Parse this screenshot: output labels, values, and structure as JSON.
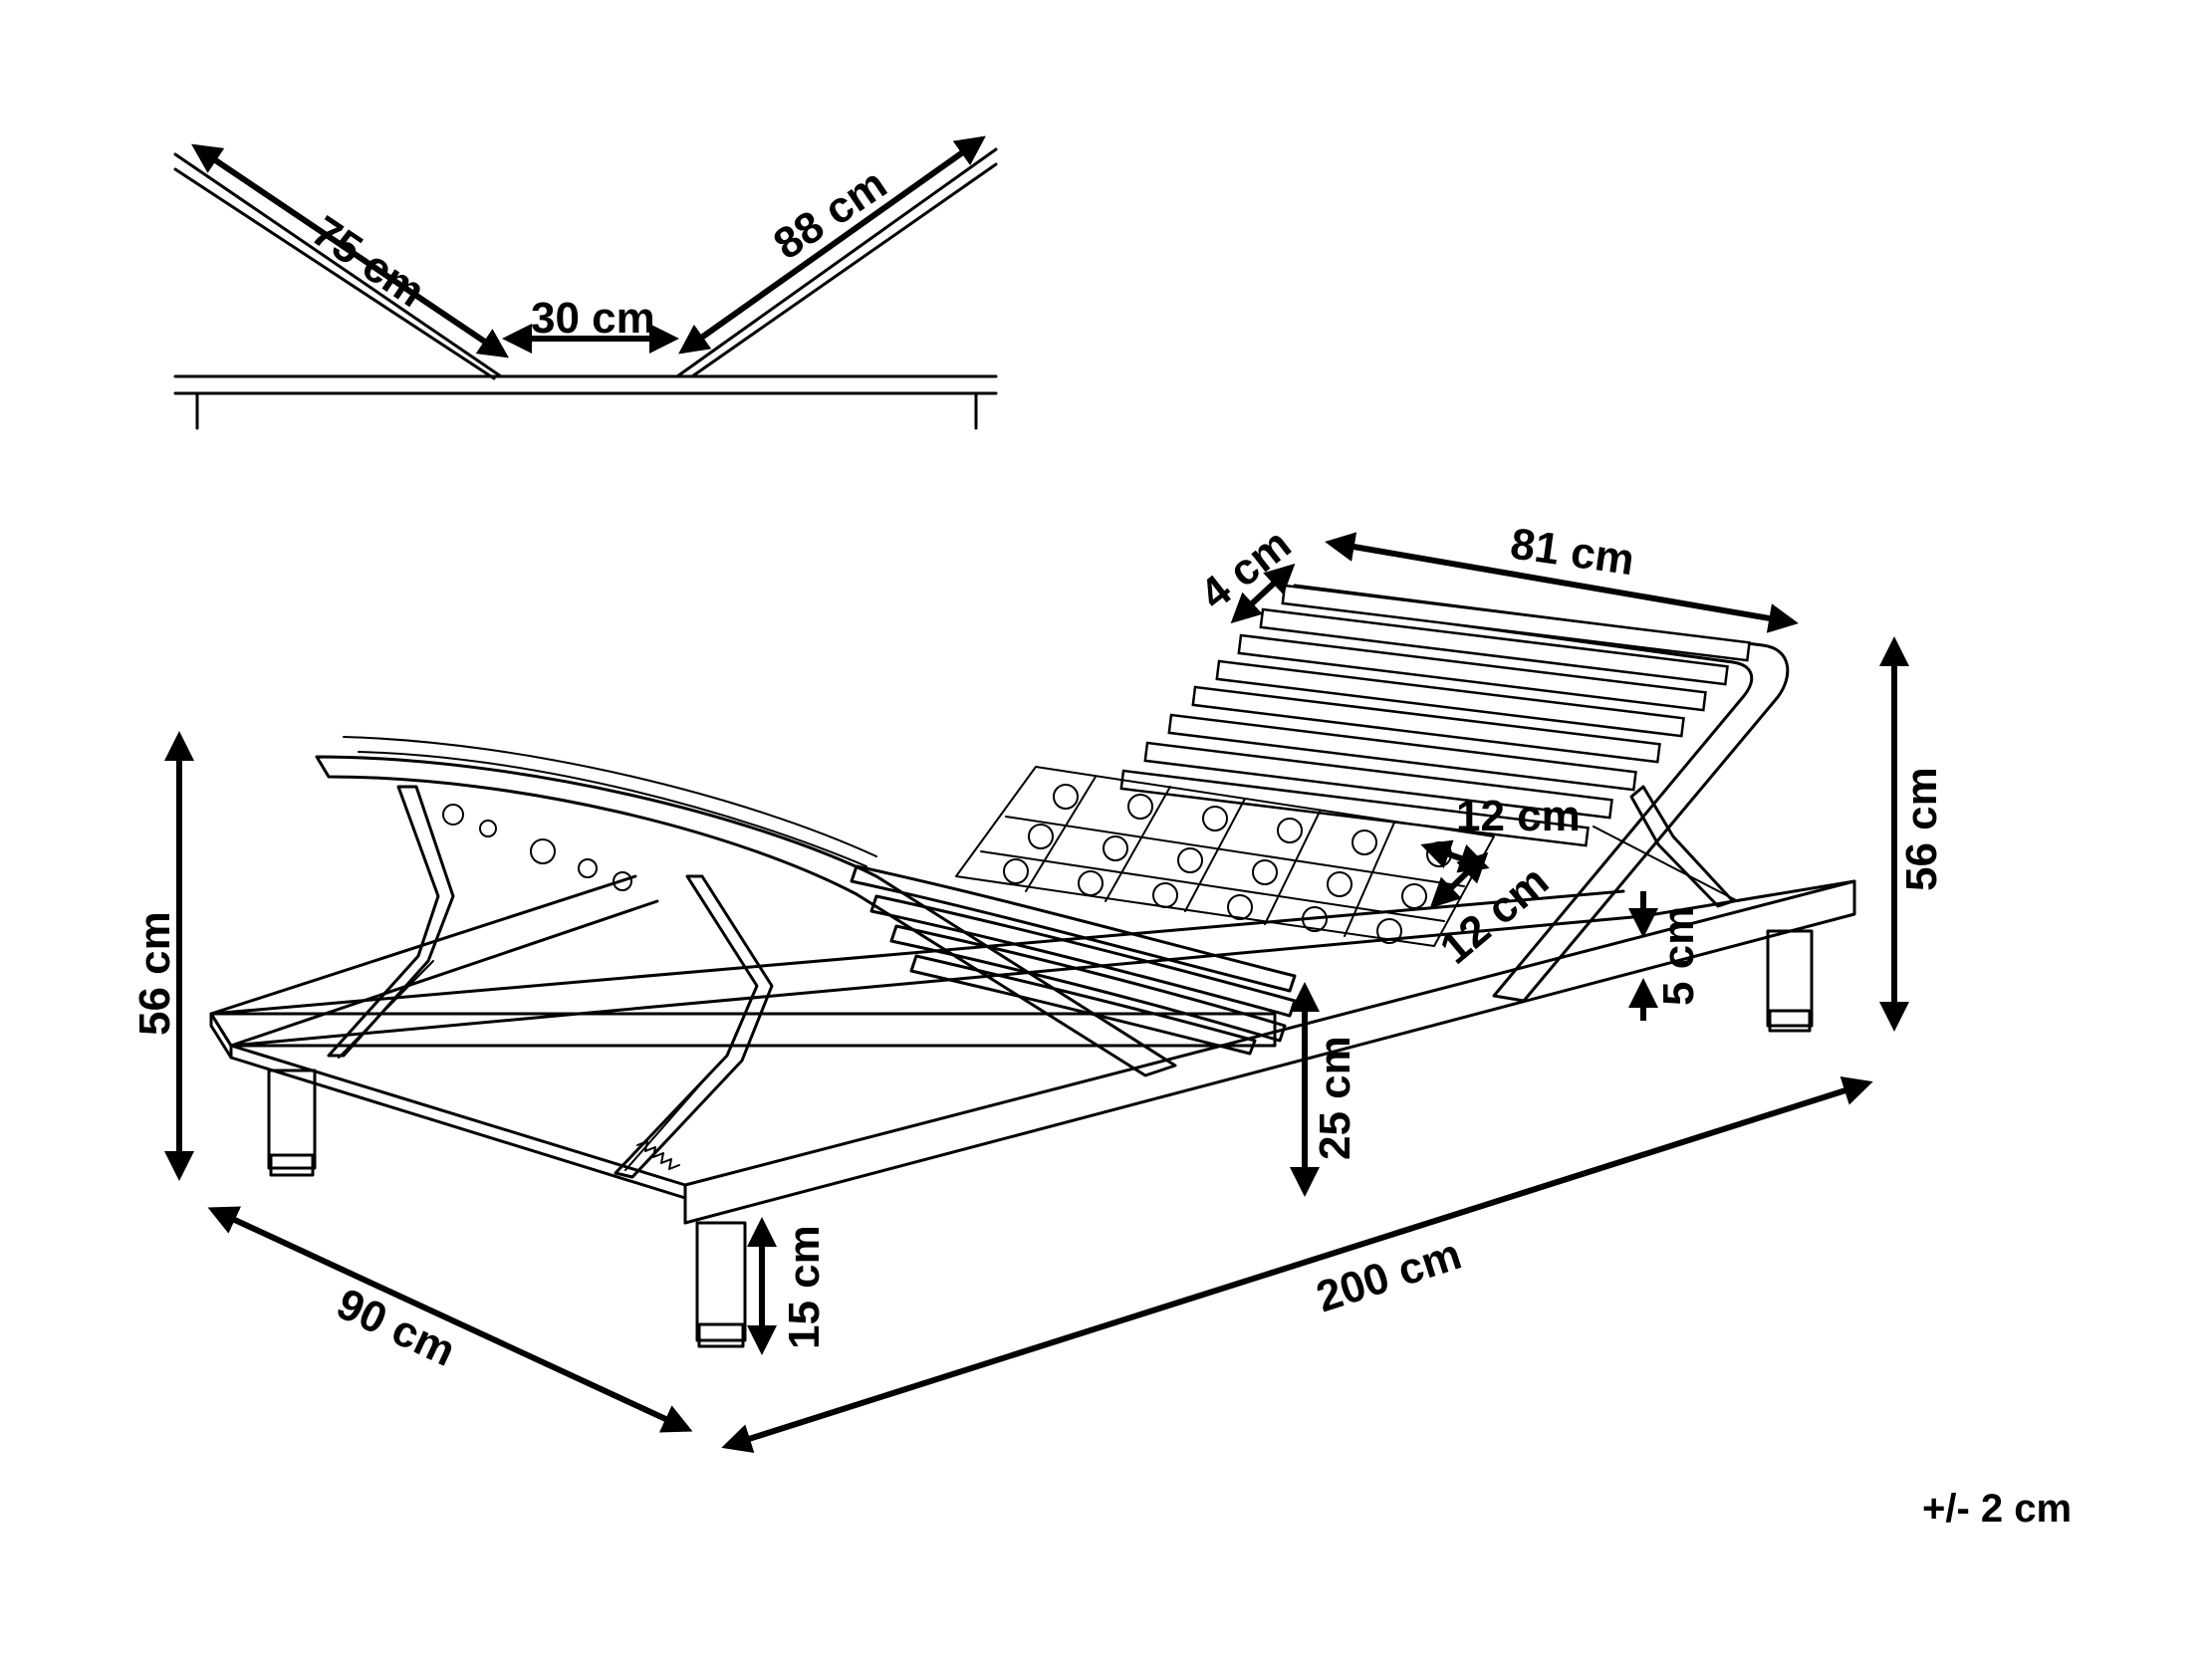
{
  "dimensions": {
    "top_left_arm": "75 cm",
    "top_right_arm": "88 cm",
    "top_middle": "30 cm",
    "head_thickness": "4 cm",
    "head_length": "81 cm",
    "total_height_right": "56 cm",
    "total_height_left": "56 cm",
    "spring_pad_width": "12 cm",
    "spring_pad_depth": "12 cm",
    "frame_height": "5 cm",
    "deck_height": "25 cm",
    "leg_height": "15 cm",
    "width": "90 cm",
    "length": "200 cm"
  },
  "tolerance": "+/- 2 cm"
}
